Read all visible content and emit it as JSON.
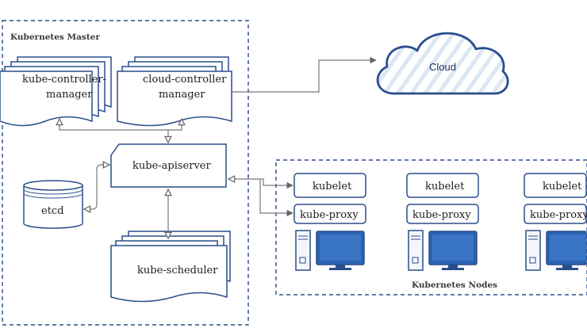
{
  "colors": {
    "border": "#2a4e8c",
    "connector": "#777777",
    "cloud_fill": "#e8f0fa",
    "monitor_screen": "#2c62b0",
    "background": "#ffffff"
  },
  "groups": {
    "master_label": "Kubernetes Master",
    "nodes_label": "Kubernetes Nodes"
  },
  "components": {
    "kube_controller_manager": [
      "kube-controller-",
      "manager"
    ],
    "cloud_controller_manager": [
      "cloud-controller",
      "manager"
    ],
    "kube_apiserver": "kube-apiserver",
    "etcd": "etcd",
    "kube_scheduler": "kube-scheduler",
    "cloud": "Cloud"
  },
  "nodes": [
    {
      "kubelet": "kubelet",
      "kube_proxy": "kube-proxy",
      "icon": "computer-icon"
    },
    {
      "kubelet": "kubelet",
      "kube_proxy": "kube-proxy",
      "icon": "computer-icon"
    },
    {
      "kubelet": "kubelet",
      "kube_proxy": "kube-proxy",
      "icon": "computer-icon"
    }
  ]
}
